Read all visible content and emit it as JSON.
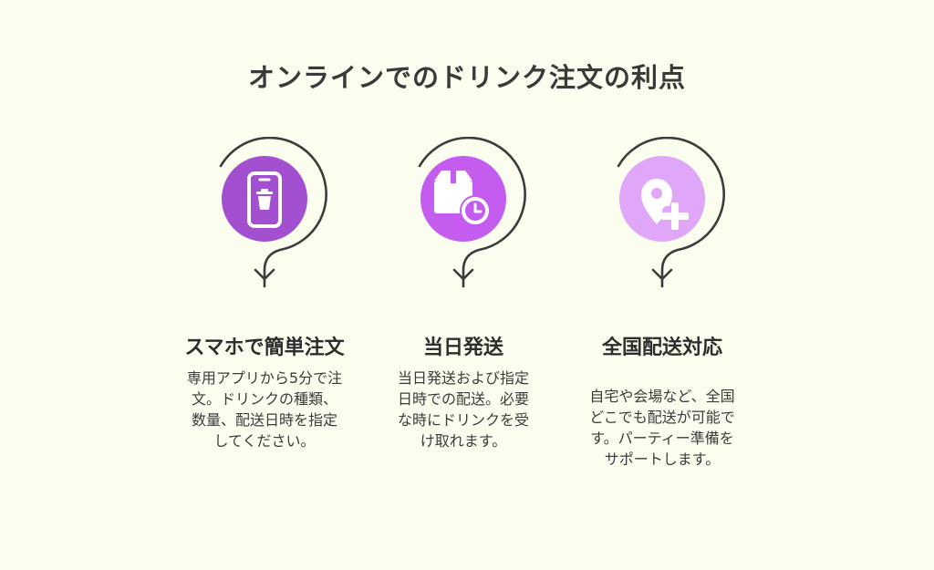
{
  "title": "オンラインでのドリンク注文の利点",
  "features": [
    {
      "icon": "smartphone-trash-icon",
      "color": "#a24fd0",
      "heading": "スマホで簡単注文",
      "lines": [
        "専用アプリから5分で注",
        "文。ドリンクの種類、",
        "数量、配送日時を指定",
        "してください。"
      ]
    },
    {
      "icon": "box-clock-icon",
      "color": "#c45cf0",
      "heading": "当日発送",
      "lines": [
        "当日発送および指定",
        "日時での配送。必要",
        "な時にドリンクを受",
        "け取れます。"
      ]
    },
    {
      "icon": "location-pin-plus-icon",
      "color": "#e0a6f8",
      "heading": "全国配送対応",
      "lines": [
        "自宅や会場など、全国",
        "どこでも配送が可能で",
        "す。パーティー準備を",
        "サポートします。"
      ]
    }
  ]
}
